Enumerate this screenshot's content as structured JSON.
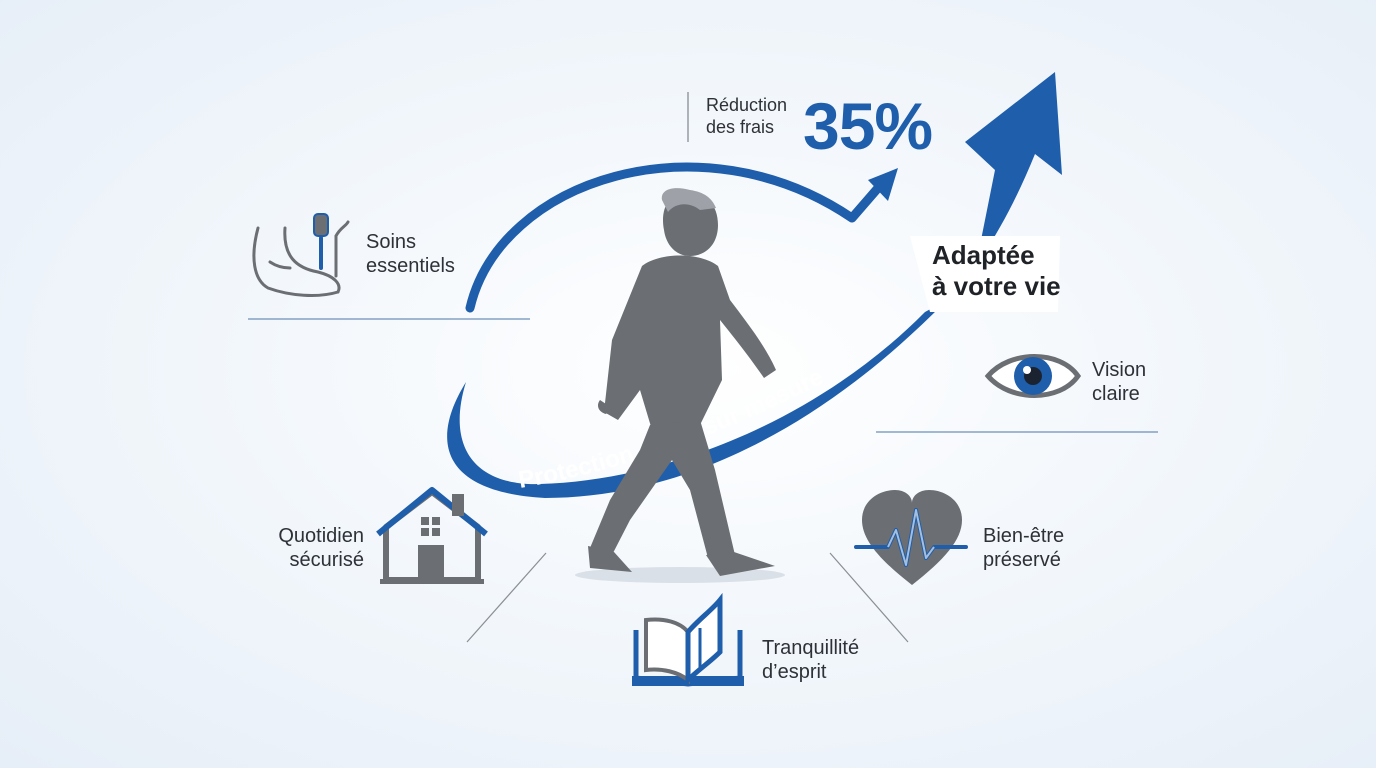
{
  "stat": {
    "label_line1": "Réduction",
    "label_line2": "des frais",
    "value": "35%"
  },
  "tagline": {
    "line1": "Adaptée",
    "line2": "à votre vie"
  },
  "banner_text": "Protection santé sur mesure",
  "features": {
    "soins": {
      "line1": "Soins",
      "line2": "essentiels",
      "icon": "foot-care-tools-icon"
    },
    "vision": {
      "line1": "Vision",
      "line2": "claire",
      "icon": "eye-icon"
    },
    "quotidien": {
      "line1": "Quotidien",
      "line2": "sécurisé",
      "icon": "house-icon"
    },
    "bienetre": {
      "line1": "Bien-être",
      "line2": "préservé",
      "icon": "heart-pulse-icon"
    },
    "tranquillite": {
      "line1": "Tranquillité",
      "line2": "d’esprit",
      "icon": "open-book-icon"
    }
  },
  "colors": {
    "accent_blue": "#1f5eab",
    "icon_gray": "#6b6e73",
    "text": "#2e3238"
  }
}
